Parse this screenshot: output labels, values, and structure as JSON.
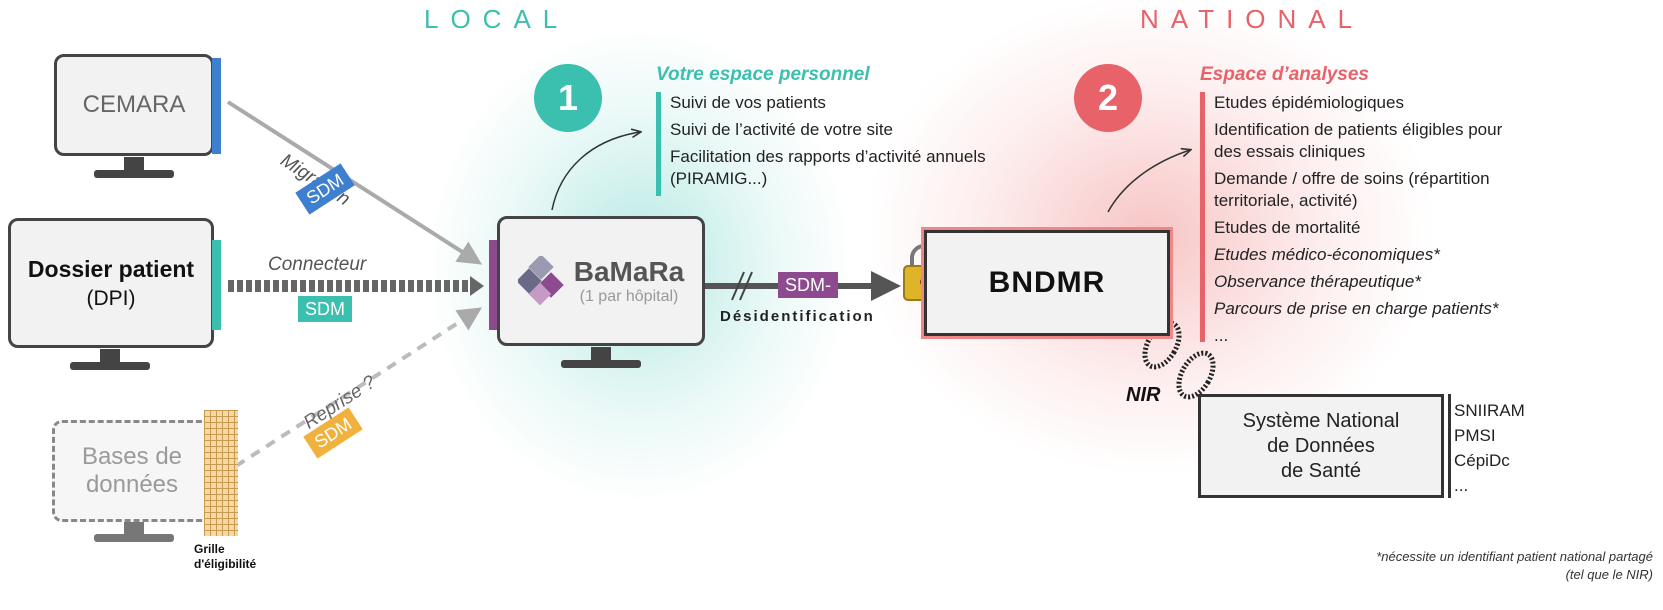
{
  "zones": {
    "local": "LOCAL",
    "national": "NATIONAL"
  },
  "colors": {
    "teal": "#3bbfae",
    "red": "#e8626a",
    "blue": "#3f7fcf",
    "orange": "#f0b23c",
    "purple": "#8e4a8e"
  },
  "sources": {
    "cemara": "CEMARA",
    "dpi_title": "Dossier patient",
    "dpi_sub": "(DPI)",
    "bases_line1": "Bases de",
    "bases_line2": "données",
    "grille_line1": "Grille",
    "grille_line2": "d'éligibilité"
  },
  "flows": {
    "migration": "Migration",
    "connecteur": "Connecteur",
    "reprise": "Reprise ?",
    "sdm": "SDM",
    "sdm_dash": "SDM-",
    "desident": "Désidentification"
  },
  "bamara": {
    "name": "BaMaRa",
    "sub": "(1 par hôpital)"
  },
  "local_section": {
    "number": "1",
    "title": "Votre espace personnel",
    "items": [
      "Suivi de vos patients",
      "Suivi de l’activité de votre site",
      "Facilitation des rapports d’activité annuels",
      "(PIRAMIG...)"
    ]
  },
  "national_section": {
    "number": "2",
    "title": "Espace d’analyses",
    "items": [
      "Etudes épidémiologiques",
      "Identification de patients éligibles pour",
      "des essais cliniques",
      "Demande / offre de soins (répartition",
      "territoriale, activité)",
      "Etudes de mortalité",
      "Etudes médico-économiques*",
      "Observance thérapeutique*",
      "Parcours de prise en charge patients*",
      "..."
    ]
  },
  "bndmr": "BNDMR",
  "nir": "NIR",
  "snds": {
    "line1": "Système National",
    "line2": "de Données",
    "line3": "de Santé"
  },
  "snds_list": [
    "SNIIRAM",
    "PMSI",
    "CépiDc",
    "..."
  ],
  "footnote": {
    "line1": "*nécessite un identifiant patient national partagé",
    "line2": "(tel que le NIR)"
  }
}
